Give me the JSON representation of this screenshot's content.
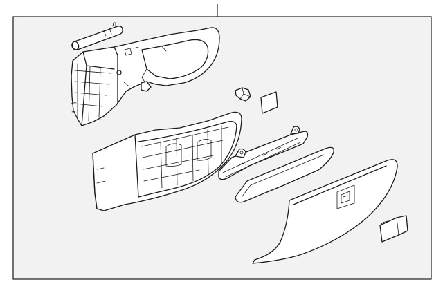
{
  "diagram": {
    "colors": {
      "background": "#ffffff",
      "panel": "#f2f2f2",
      "line": "#1a1a1a"
    },
    "parts": [
      {
        "id": "hinge-pin",
        "icon": "cylinder-pin"
      },
      {
        "id": "glove-box-housing",
        "icon": "housing"
      },
      {
        "id": "small-clip",
        "icon": "clip"
      },
      {
        "id": "small-pad",
        "icon": "pad"
      },
      {
        "id": "glove-box-bin",
        "icon": "storage-bin"
      },
      {
        "id": "trim-strip",
        "icon": "trim-bracket"
      },
      {
        "id": "door-trim-panel",
        "icon": "trim-panel"
      },
      {
        "id": "glove-box-door",
        "icon": "door"
      },
      {
        "id": "latch-bumper",
        "icon": "bumper"
      }
    ]
  }
}
